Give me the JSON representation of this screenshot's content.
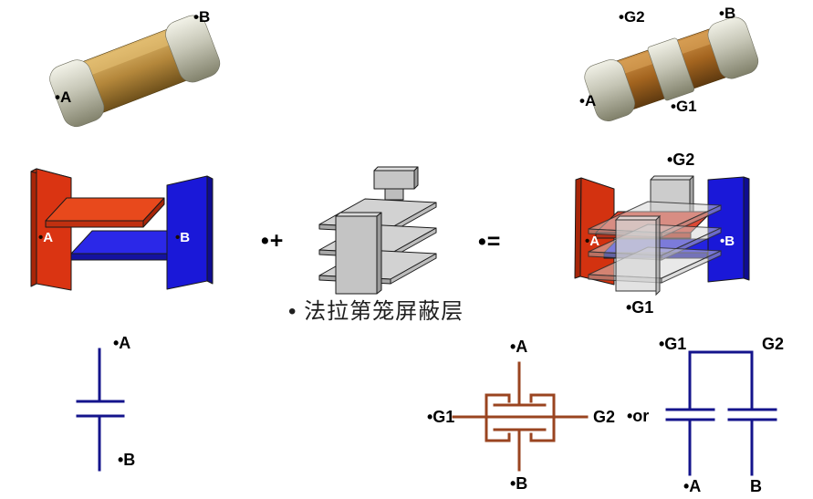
{
  "colors": {
    "electrode_red": "#D93412",
    "electrode_red_dark": "#A82508",
    "electrode_blue": "#1A18D8",
    "electrode_blue_dark": "#0E0C90",
    "shield_gray": "#CDCDCD",
    "schematic_navy": "#14148C",
    "schematic_brown": "#9A4420",
    "chip_body_tan": "#B4873B",
    "chip_body_copper": "#A3641F",
    "terminal_silver": "#C6C6B6",
    "background": "#FFFFFF",
    "label_black": "#000000"
  },
  "photo_left": {
    "label_b": "•B",
    "label_a": "•A"
  },
  "photo_right": {
    "label_g2": "•G2",
    "label_b": "•B",
    "label_a": "•A",
    "label_g1": "•G1"
  },
  "electrodes_left": {
    "bullet_a": "•",
    "label_a": "A",
    "bullet_b": "•",
    "label_b": "B"
  },
  "operators": {
    "plus": "•+",
    "equals": "•="
  },
  "faraday_cage": {
    "caption": "• 法拉第笼屏蔽层"
  },
  "combined": {
    "label_g2": "•G2",
    "bullet_a": "•",
    "label_a": "A",
    "bullet_b": "•",
    "label_b": "B",
    "label_g1": "•G1"
  },
  "schematic_two_terminal": {
    "label_a": "•A",
    "label_b": "•B"
  },
  "schematic_four_terminal": {
    "label_a": "•A",
    "label_g1": "•G1",
    "label_g2": "G2",
    "label_b": "•B"
  },
  "or_label": "•or",
  "schematic_alternative": {
    "label_g1": "•G1",
    "label_g2": "G2",
    "label_a": "•A",
    "label_b": "B"
  }
}
